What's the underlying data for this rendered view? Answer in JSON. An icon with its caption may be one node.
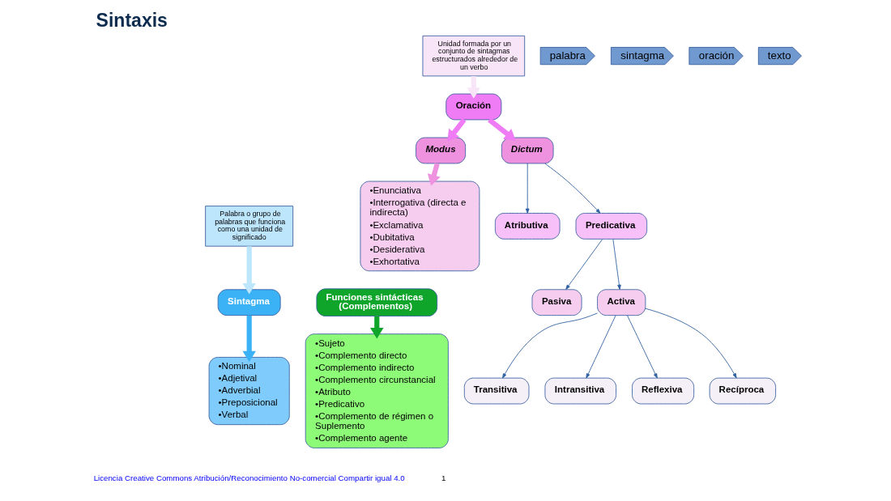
{
  "diagram": {
    "title": "Sintaxis",
    "nodes": [
      {
        "text": [
          "Palabra o grupo de palabras que funciona como una unidad de significado"
        ]
      },
      {
        "text": [
          "Sintagma"
        ]
      },
      {
        "text": [
          "•Nominal",
          "•Adjetival",
          "•Adverbial",
          "•Preposicional",
          "•Verbal"
        ]
      },
      {
        "text": [
          "Funciones sintácticas (Complementos)"
        ]
      },
      {
        "text": [
          "•Sujeto",
          "•Complemento directo",
          "•Complemento indirecto",
          "•Complemento circunstancial",
          "•Atributo",
          "•Predicativo",
          "•Complemento de régimen o Suplemento",
          "•Complemento agente"
        ]
      },
      {
        "text": [
          "Unidad formada por un conjunto de sintagmas estructurados alrededor de un verbo"
        ]
      },
      {
        "text": [
          "Oración"
        ]
      },
      {
        "text": [
          "Modus"
        ]
      },
      {
        "text": [
          "•Enunciativa",
          "•Interrogativa (directa e indirecta)",
          "•Exclamativa",
          "•Dubitativa",
          "•Desiderativa",
          "•Exhortativa"
        ]
      },
      {
        "text": [
          "Dictum"
        ]
      },
      {
        "text": [
          "Atributiva"
        ]
      },
      {
        "text": [
          "Predicativa"
        ]
      },
      {
        "text": [
          "Pasiva"
        ]
      },
      {
        "text": [
          "Activa"
        ]
      },
      {
        "text": [
          "Transitiva"
        ]
      },
      {
        "text": [
          "Intransitiva"
        ]
      },
      {
        "text": [
          "Reflexiva"
        ]
      },
      {
        "text": [
          "Recíproca"
        ]
      },
      {
        "text": [
          "palabra"
        ]
      },
      {
        "text": [
          "sintagma"
        ]
      },
      {
        "text": [
          "oración"
        ]
      },
      {
        "text": [
          "texto"
        ]
      }
    ],
    "edges": [
      {
        "from": 0,
        "to": 1,
        "arrow": "to",
        "style": "thick",
        "color": "#bde5fb"
      },
      {
        "from": 1,
        "to": 2,
        "arrow": "to",
        "style": "thick",
        "color": "#3bb2f6"
      },
      {
        "from": 3,
        "to": 4,
        "arrow": "to",
        "style": "thick",
        "color": "#0ea52a"
      },
      {
        "from": 5,
        "to": 6,
        "arrow": "to",
        "style": "thick",
        "color": "#f8e6f8"
      },
      {
        "from": 6,
        "to": 7,
        "arrow": "to",
        "style": "thick",
        "color": "#f07cf5"
      },
      {
        "from": 6,
        "to": 9,
        "arrow": "to",
        "style": "thick",
        "color": "#f07cf5"
      },
      {
        "from": 7,
        "to": 8,
        "arrow": "to",
        "style": "thick",
        "color": "#ee92e0"
      },
      {
        "from": 9,
        "to": 10,
        "arrow": "to"
      },
      {
        "from": 9,
        "to": 11,
        "arrow": "to"
      },
      {
        "from": 11,
        "to": 12,
        "arrow": "to"
      },
      {
        "from": 11,
        "to": 13,
        "arrow": "to"
      },
      {
        "from": 13,
        "to": 14,
        "arrow": "to"
      },
      {
        "from": 13,
        "to": 15,
        "arrow": "to"
      },
      {
        "from": 13,
        "to": 16,
        "arrow": "to"
      },
      {
        "from": 13,
        "to": 17,
        "arrow": "to"
      }
    ],
    "labels": [
      "Licencia Creative Commons Atribución/Reconocimiento No-comercial Compartir igual 4.0",
      "1"
    ]
  }
}
